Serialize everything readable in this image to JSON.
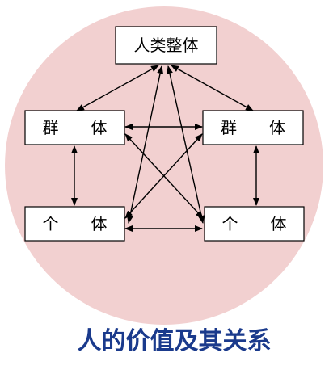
{
  "nodes": {
    "top": "人类整体",
    "group_left": "群　　体",
    "group_right": "群　　体",
    "individual_left": "个　　体",
    "individual_right": "个　　体"
  },
  "caption": "人的价值及其关系",
  "colors": {
    "circle_fill": "#f2d0d0",
    "caption": "#1a3a8c",
    "box_border": "#000000",
    "box_fill": "#ffffff"
  }
}
